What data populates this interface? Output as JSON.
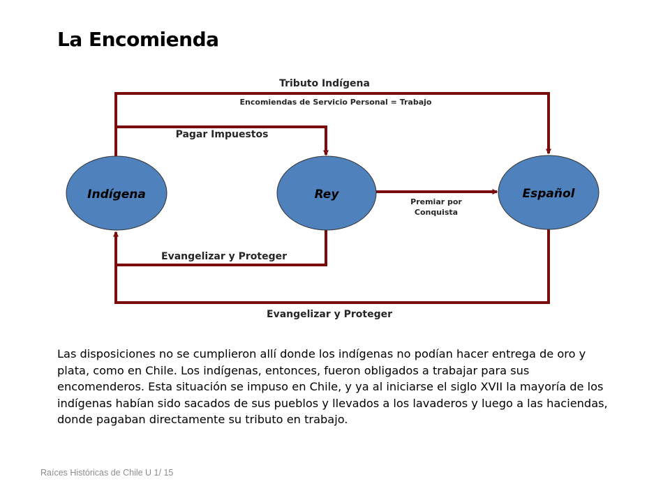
{
  "title": "La Encomienda",
  "colors": {
    "node_fill": "#4f81bd",
    "node_stroke": "#333333",
    "arrow": "#7a0c0c",
    "footer_text": "#8c8c8c"
  },
  "diagram": {
    "nodes": {
      "indigena": "Indígena",
      "rey": "Rey",
      "espanol": "Español"
    },
    "labels": {
      "tributo_indigena": "Tributo Indígena",
      "encomiendas_servicio": "Encomiendas de Servicio Personal = Trabajo",
      "pagar_impuestos": "Pagar Impuestos",
      "premiar_line1": "Premiar por",
      "premiar_line2": "Conquista",
      "evangelizar_rey": "Evangelizar y Proteger",
      "evangelizar_espanol": "Evangelizar y Proteger"
    }
  },
  "body_text": "Las disposiciones no se cumplieron allí donde los indígenas no podían hacer entrega de oro y plata, como en Chile. Los indígenas, entonces, fueron obligados a trabajar para sus encomenderos. Esta situación se impuso en Chile, y ya al iniciarse el siglo XVII la mayoría de los indígenas habían sido sacados de sus pueblos y llevados a los lavaderos y luego a las haciendas, donde pagaban directamente su tributo en trabajo.",
  "footer": "Raíces Históricas de Chile  U 1/ 15"
}
